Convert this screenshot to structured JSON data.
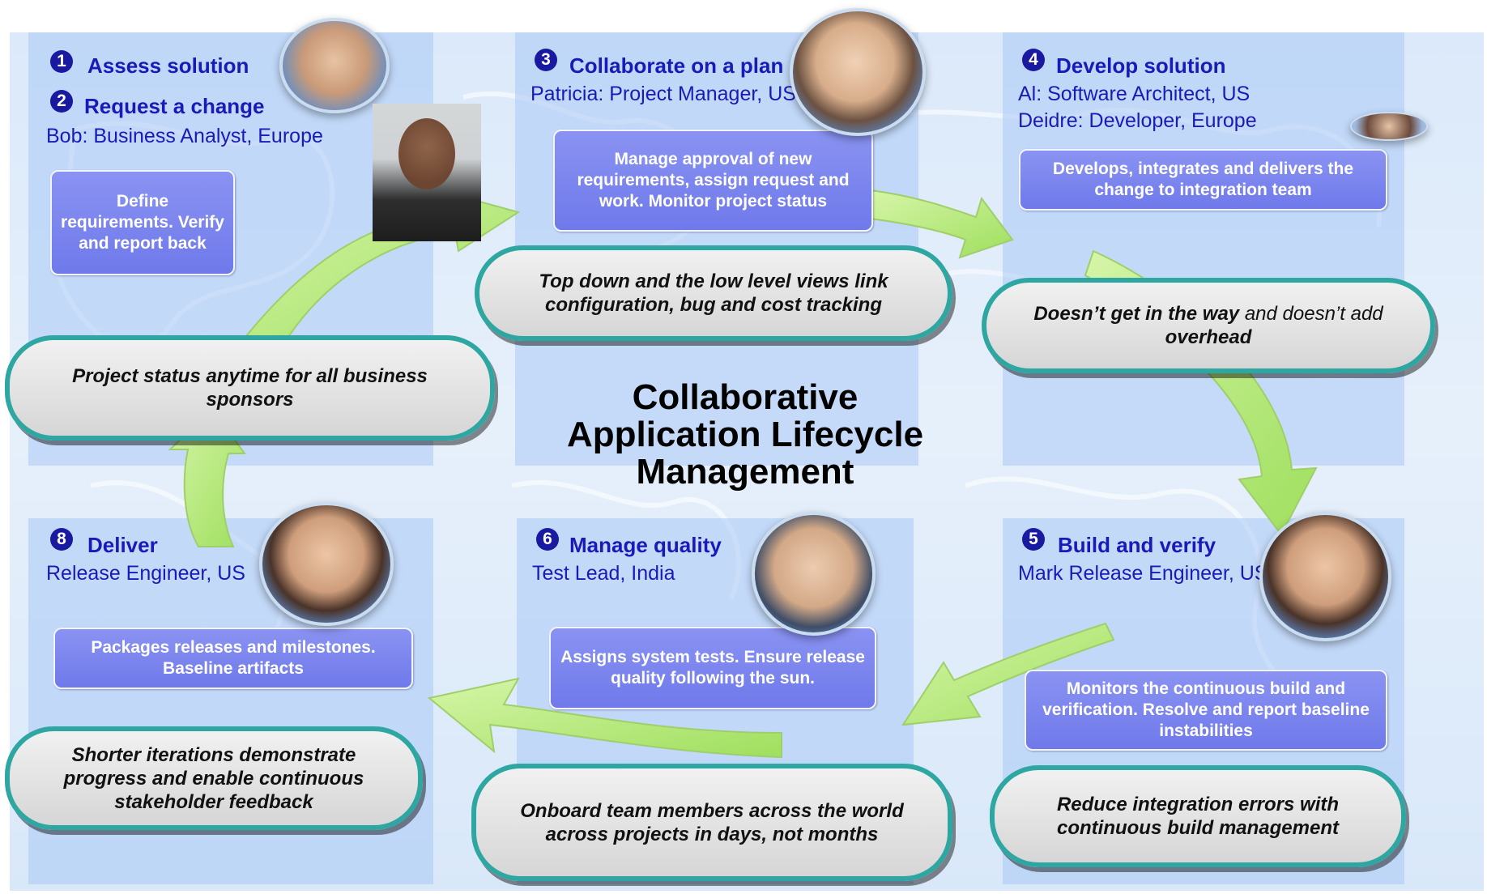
{
  "title": {
    "line1": "Collaborative",
    "line2": "Application Lifecycle",
    "line3": "Management"
  },
  "steps": {
    "s1": {
      "num": "1",
      "label": "Assess solution"
    },
    "s2": {
      "num": "2",
      "label": "Request a change",
      "role": "Bob: Business Analyst, Europe",
      "task": "Define requirements. Verify and report back"
    },
    "s3": {
      "num": "3",
      "label": "Collaborate on a plan",
      "role": "Patricia: Project Manager, US",
      "task": "Manage approval of new requirements, assign request and work.   Monitor project status"
    },
    "s4": {
      "num": "4",
      "label": "Develop solution",
      "role1": "Al: Software Architect, US",
      "role2": "Deidre: Developer, Europe",
      "task": "Develops, integrates and delivers the change to integration team"
    },
    "s5": {
      "num": "5",
      "label": "Build and verify",
      "role": "Mark Release Engineer, US",
      "task": "Monitors the continuous build and verification.  Resolve and report baseline instabilities"
    },
    "s6": {
      "num": "6",
      "label": "Manage quality",
      "role": "Test Lead, India",
      "task": "Assigns system tests. Ensure release quality following the sun."
    },
    "s8": {
      "num": "8",
      "label": "Deliver",
      "role": "Release Engineer, US",
      "task": "Packages releases and milestones. Baseline artifacts"
    }
  },
  "benefits": {
    "status": "Project status anytime for all business sponsors",
    "topdown": "Top down and the low level views link configuration, bug and cost tracking",
    "way_a": "Doesn’t get in the way",
    "way_b": " and doesn’t add ",
    "way_c": "overhead",
    "iterations": "Shorter iterations demonstrate progress and enable continuous stakeholder feedback",
    "onboard": "Onboard team members across the world across projects in days, not months",
    "integration": "Reduce integration errors with continuous build management"
  },
  "colors": {
    "heading": "#1a1ab8",
    "task_fill": "#7580ee",
    "pill_border": "#2ea6a2",
    "arrow": "#b8ec7a"
  }
}
